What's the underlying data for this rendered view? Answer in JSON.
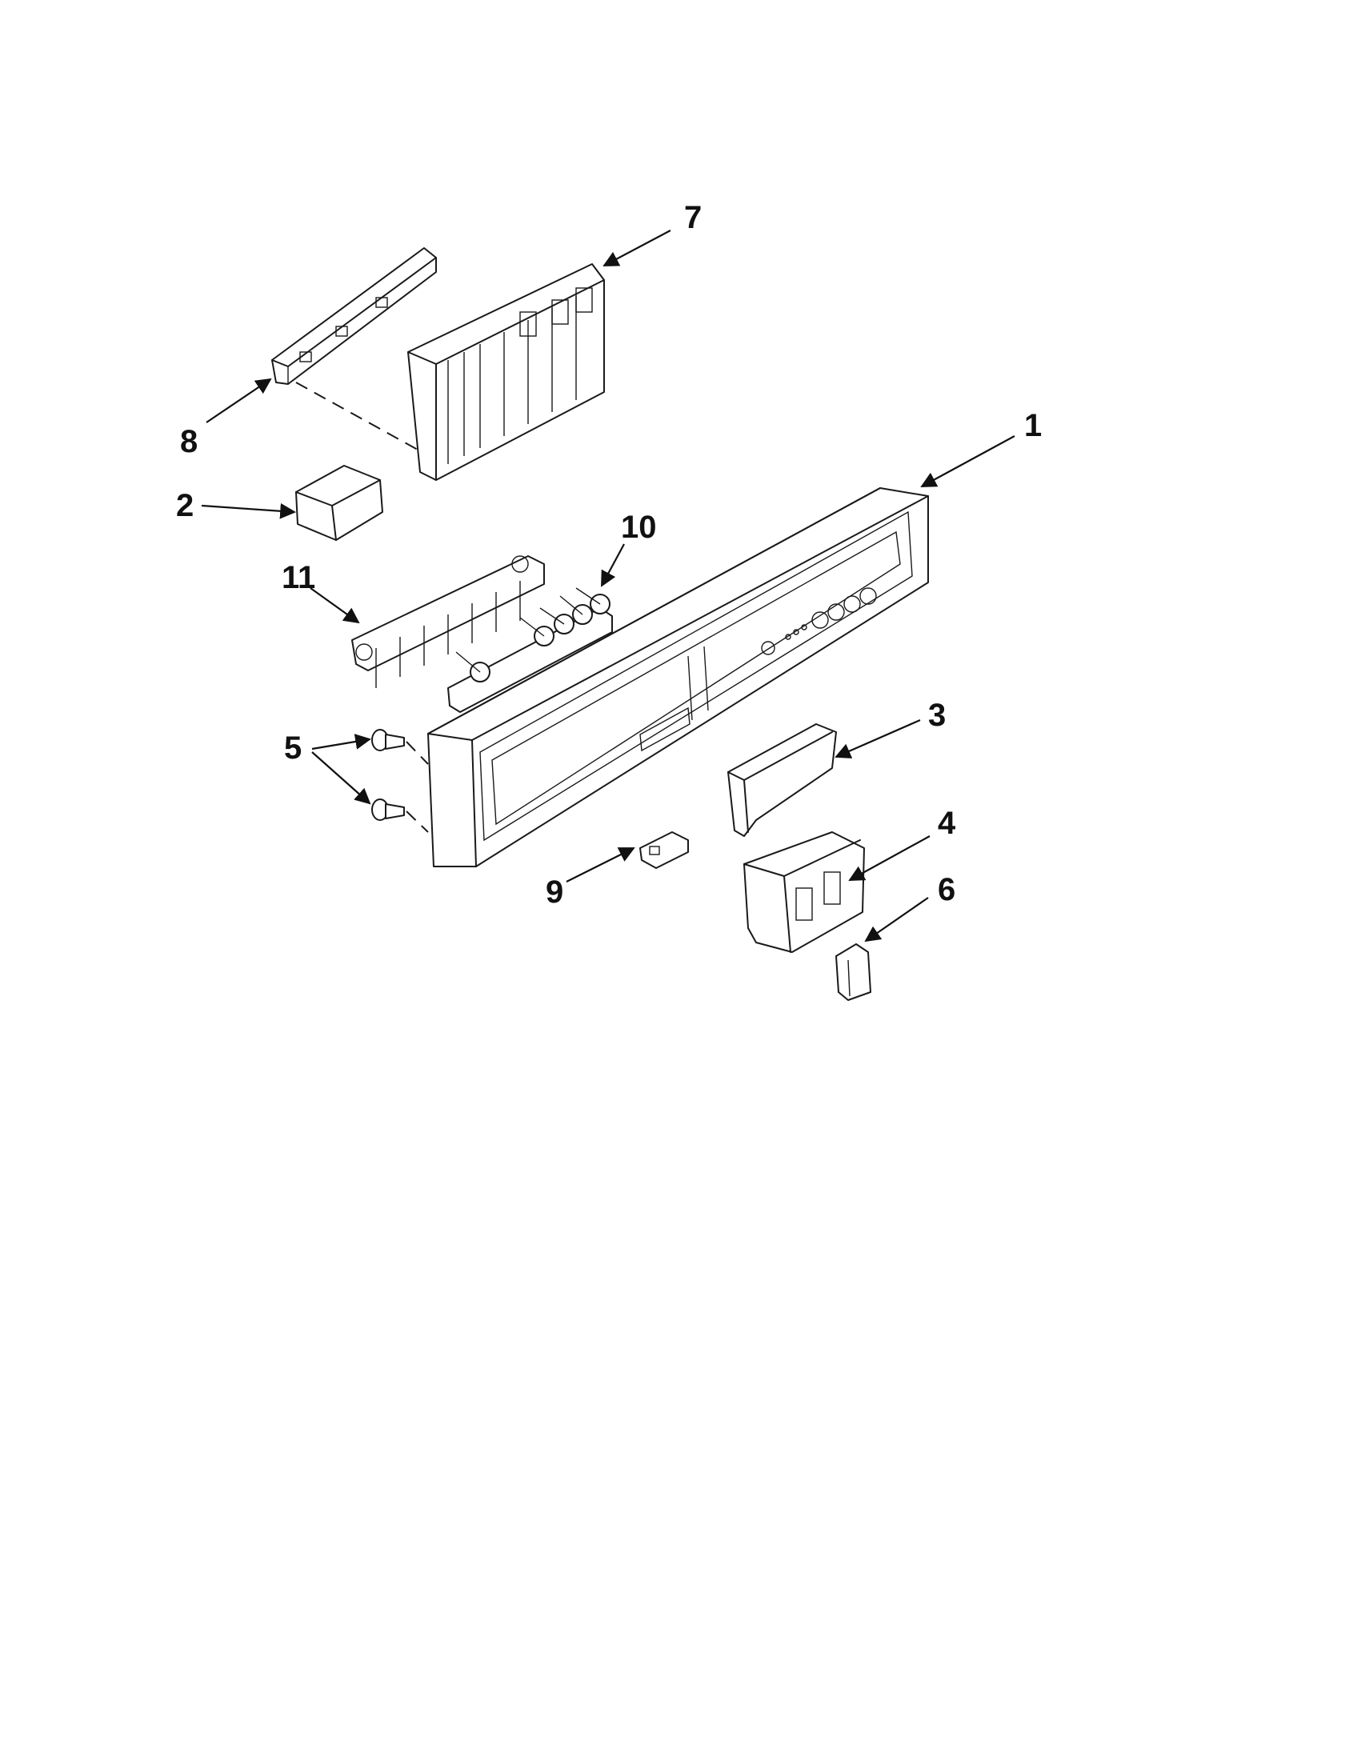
{
  "diagram": {
    "type": "exploded-parts-diagram",
    "callouts": [
      {
        "id": "1",
        "label": "1"
      },
      {
        "id": "2",
        "label": "2"
      },
      {
        "id": "3",
        "label": "3"
      },
      {
        "id": "4",
        "label": "4"
      },
      {
        "id": "5",
        "label": "5"
      },
      {
        "id": "6",
        "label": "6"
      },
      {
        "id": "7",
        "label": "7"
      },
      {
        "id": "8",
        "label": "8"
      },
      {
        "id": "9",
        "label": "9"
      },
      {
        "id": "10",
        "label": "10"
      },
      {
        "id": "11",
        "label": "11"
      }
    ],
    "colors": {
      "line": "#1a1a1a",
      "background": "#ffffff"
    }
  }
}
